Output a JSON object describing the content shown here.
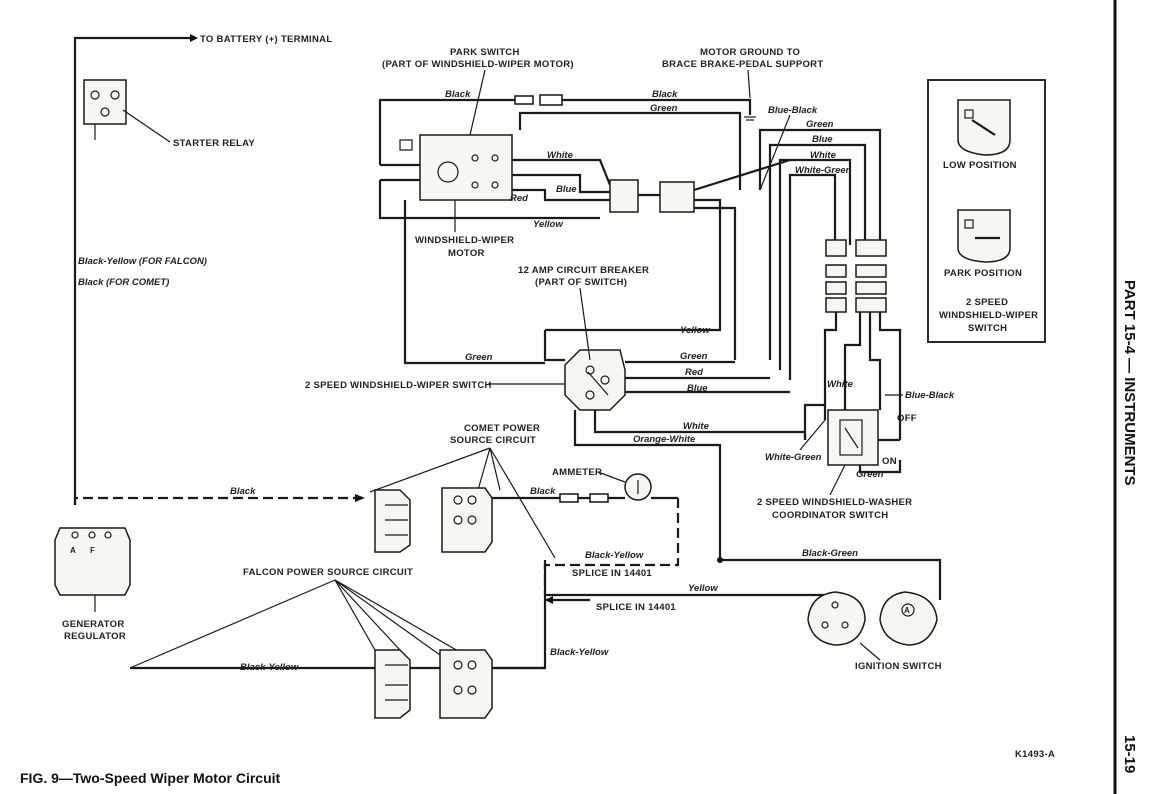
{
  "caption": "FIG. 9—Two-Speed Wiper Motor Circuit",
  "figure_code": "K1493-A",
  "side_heading": "PART 15-4 — INSTRUMENTS",
  "page_number": "15-19",
  "labels": {
    "battery": "TO BATTERY (+) TERMINAL",
    "starter_relay": "STARTER RELAY",
    "park_switch_1": "PARK SWITCH",
    "park_switch_2": "(PART OF WINDSHIELD-WIPER MOTOR)",
    "motor_ground_1": "MOTOR GROUND TO",
    "motor_ground_2": "BRACE BRAKE-PEDAL SUPPORT",
    "wiper_motor_1": "WINDSHIELD-WIPER",
    "wiper_motor_2": "MOTOR",
    "breaker_1": "12 AMP CIRCUIT BREAKER",
    "breaker_2": "(PART OF SWITCH)",
    "wiper_switch": "2 SPEED WINDSHIELD-WIPER SWITCH",
    "falcon_note": "Black-Yellow (FOR FALCON)",
    "comet_note": "Black (FOR COMET)",
    "comet_power_1": "COMET POWER",
    "comet_power_2": "SOURCE CIRCUIT",
    "ammeter": "AMMETER",
    "falcon_power": "FALCON POWER SOURCE CIRCUIT",
    "generator_1": "GENERATOR",
    "generator_2": "REGULATOR",
    "splice_1": "SPLICE IN 14401",
    "splice_2": "SPLICE IN 14401",
    "ignition": "IGNITION SWITCH",
    "coordinator_1": "2 SPEED WINDSHIELD-WASHER",
    "coordinator_2": "COORDINATOR SWITCH",
    "off": "OFF",
    "on": "ON",
    "low_position": "LOW POSITION",
    "park_position": "PARK POSITION",
    "inset_title_1": "2 SPEED",
    "inset_title_2": "WINDSHIELD-WIPER",
    "inset_title_3": "SWITCH"
  },
  "wires": {
    "black_top": "Black",
    "black_top2": "Black",
    "green_top": "Green",
    "blue_black_top": "Blue-Black",
    "green_r1": "Green",
    "blue_r1": "Blue",
    "white_r1": "White",
    "white_green_r1": "White-Green",
    "white_motor": "White",
    "blue_motor": "Blue",
    "red_motor": "Red",
    "yellow_motor": "Yellow",
    "yellow_sw": "Yellow",
    "green_sw_left": "Green",
    "green_sw": "Green",
    "red_sw": "Red",
    "blue_sw": "Blue",
    "white_sw": "White",
    "orange_white": "Orange-White",
    "white_coord": "White",
    "blue_black_coord": "Blue-Black",
    "white_green_coord": "White-Green",
    "green_coord": "Green",
    "black_mid": "Black",
    "black_ammeter": "Black",
    "black_yellow_1": "Black-Yellow",
    "black_green": "Black-Green",
    "yellow_ign": "Yellow",
    "black_yellow_bottom": "Black-Yellow",
    "black_yellow_right": "Black-Yellow"
  }
}
